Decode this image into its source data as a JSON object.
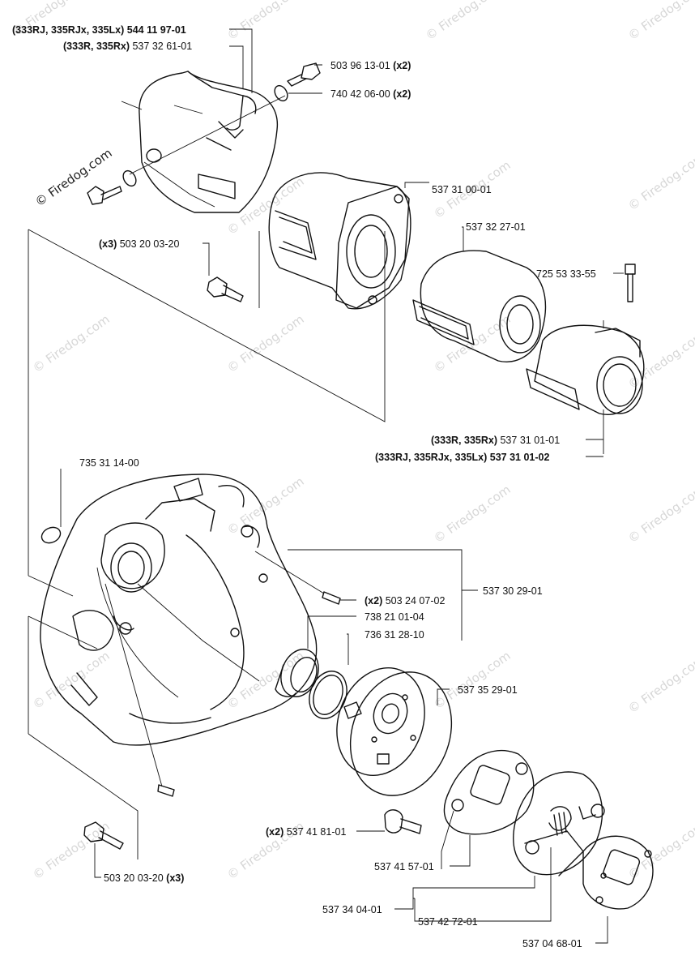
{
  "watermark": {
    "text": "© Firedog.com",
    "corner_text": "© Firedog.com"
  },
  "labels": {
    "cover_a": {
      "qual": "(333RJ, 335RJx, 335Lx)",
      "pn": "544 11 97-01"
    },
    "cover_b": {
      "qual": "(333R, 335Rx)",
      "pn": "537 32 61-01"
    },
    "screw_top": {
      "pn": "503 96 13-01",
      "qty": "(x2)"
    },
    "oring_top": {
      "pn": "740 42 06-00",
      "qty": "(x2)"
    },
    "cylinder": {
      "pn": "537 31 00-01"
    },
    "screw_x3_top": {
      "qty": "(x3)",
      "pn": "503 20 03-20"
    },
    "sleeve": {
      "pn": "537 32 27-01"
    },
    "bolt": {
      "pn": "725 53 33-55"
    },
    "clamp_a": {
      "qual": "(333R, 335Rx)",
      "pn": "537 31 01-01"
    },
    "clamp_b": {
      "qual": "(333RJ, 335RJx, 335Lx)",
      "pn": "537 31 01-02"
    },
    "circlip": {
      "pn": "735 31 14-00"
    },
    "crankcase": {
      "pn": "537 30 29-01"
    },
    "pin": {
      "qty": "(x2)",
      "pn": "503 24 07-02"
    },
    "bearing": {
      "pn": "738 21 01-04"
    },
    "ring": {
      "pn": "736 31 28-10"
    },
    "drum": {
      "pn": "537 35 29-01"
    },
    "screw_clutch": {
      "qty": "(x2)",
      "pn": "537 41 81-01"
    },
    "plate": {
      "pn": "537 41 57-01"
    },
    "clutch": {
      "pn": "537 34 04-01"
    },
    "spring": {
      "pn": "537 42 72-01"
    },
    "washer": {
      "pn": "537 04 68-01"
    },
    "screw_x3_bottom": {
      "pn": "503 20 03-20",
      "qty": "(x3)"
    }
  }
}
